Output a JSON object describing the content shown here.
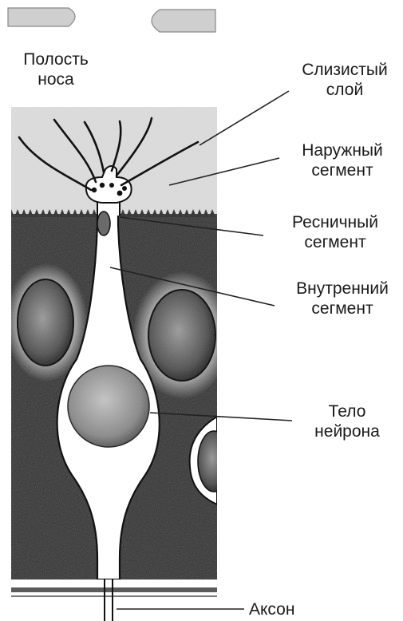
{
  "labels": {
    "nasal_cavity": [
      "Полость",
      "носа"
    ],
    "mucus_layer": [
      "Слизистый",
      "слой"
    ],
    "outer_segment": [
      "Наружный",
      "сегмент"
    ],
    "ciliary_segment": [
      "Ресничный",
      "сегмент"
    ],
    "inner_segment": [
      "Внутренний",
      "сегмент"
    ],
    "neuron_body": [
      "Тело",
      "нейрона"
    ],
    "axon": [
      "Аксон"
    ]
  },
  "colors": {
    "mucus": "#d9d9d9",
    "tissue": "#3a3a3a",
    "neuron": "#ffffff",
    "outline": "#111111",
    "line": "#222222",
    "text": "#1a1a1a"
  }
}
